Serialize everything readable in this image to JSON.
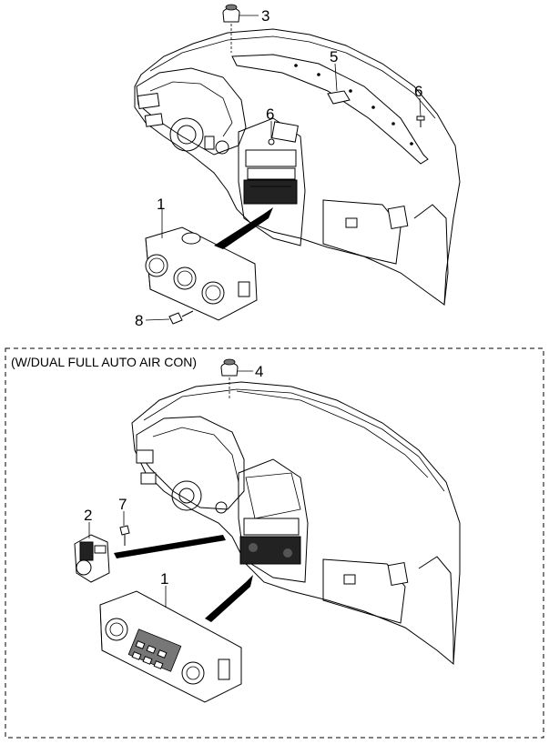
{
  "section_label": "(W/DUAL FULL AUTO AIR CON)",
  "callouts": {
    "c3": "3",
    "c5": "5",
    "c6a": "6",
    "c6b": "6",
    "c1_top": "1",
    "c8": "8",
    "c4": "4",
    "c2": "2",
    "c7": "7",
    "c1_bottom": "1"
  }
}
